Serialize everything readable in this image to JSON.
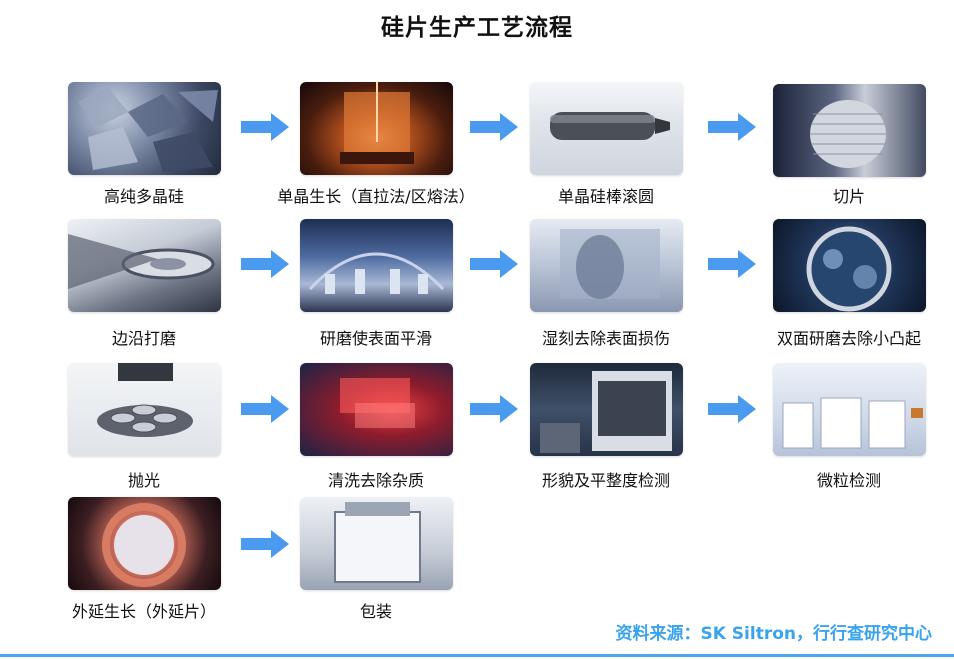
{
  "title": "硅片生产工艺流程",
  "source": "资料来源：SK Siltron，行行查研究中心",
  "colors": {
    "arrow": "#4a9af0",
    "source_text": "#3aa3ee",
    "rule": "#4aa8f0"
  },
  "steps": [
    {
      "label": "高纯多晶硅"
    },
    {
      "label": "单晶生长（直拉法/区熔法）"
    },
    {
      "label": "单晶硅棒滚圆"
    },
    {
      "label": "切片"
    },
    {
      "label": "边沿打磨"
    },
    {
      "label": "研磨使表面平滑"
    },
    {
      "label": "湿刻去除表面损伤"
    },
    {
      "label": "双面研磨去除小凸起"
    },
    {
      "label": "抛光"
    },
    {
      "label": "清洗去除杂质"
    },
    {
      "label": "形貌及平整度检测"
    },
    {
      "label": "微粒检测"
    },
    {
      "label": "外延生长（外延片）"
    },
    {
      "label": "包装"
    }
  ]
}
